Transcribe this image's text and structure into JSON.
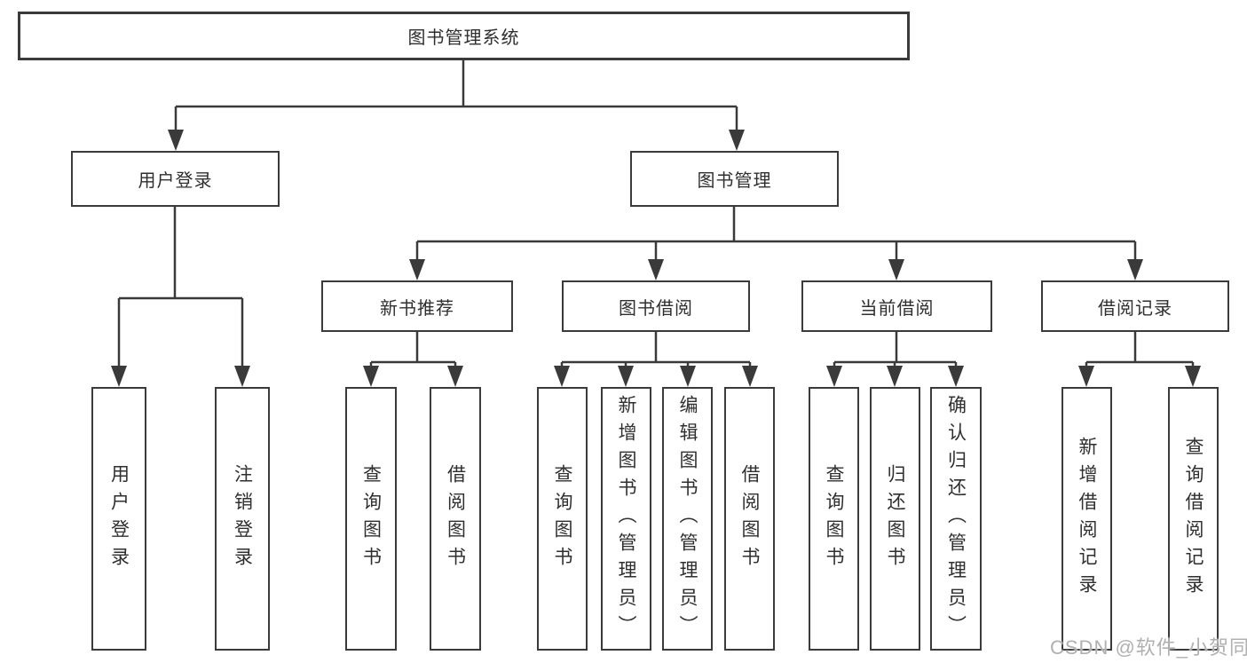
{
  "tree": {
    "root": "图书管理系统",
    "level2": [
      "用户登录",
      "图书管理"
    ],
    "level3": [
      "新书推荐",
      "图书借阅",
      "当前借阅",
      "借阅记录"
    ],
    "leaves": {
      "user_login": [
        "用户登录",
        "注销登录"
      ],
      "new_books": [
        "查询图书",
        "借阅图书"
      ],
      "book_borrow": [
        "查询图书",
        "新增图书（管理员）",
        "编辑图书（管理员）",
        "借阅图书"
      ],
      "current_borrow": [
        "查询图书",
        "归还图书",
        "确认归还（管理员）"
      ],
      "borrow_records": [
        "新增借阅记录",
        "查询借阅记录"
      ]
    }
  },
  "watermark": "CSDN @软件_小贺同学",
  "colors": {
    "line": "#3a3a3a",
    "box_border": "#3a3a3a",
    "text": "#2f2f2f",
    "watermark": "#b0b0b0",
    "background": "#ffffff"
  }
}
